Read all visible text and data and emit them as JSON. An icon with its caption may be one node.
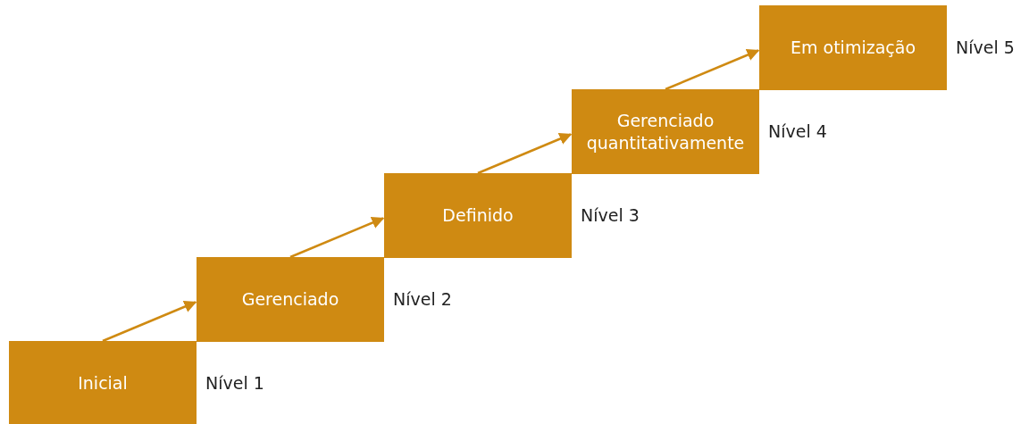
{
  "diagram": {
    "nodes": [
      {
        "text": [
          "Inicial"
        ],
        "beside": [
          "Nível 1"
        ]
      },
      {
        "text": [
          "Gerenciado"
        ],
        "beside": [
          "Nível 2"
        ]
      },
      {
        "text": [
          "Definido"
        ],
        "beside": [
          "Nível 3"
        ]
      },
      {
        "text": [
          "Gerenciado quantitativamente"
        ],
        "beside": [
          "Nível 4"
        ]
      },
      {
        "text": [
          "Em otimização"
        ],
        "beside": [
          "Nível 5"
        ]
      }
    ],
    "edges": [
      {
        "from": 0,
        "to": 1,
        "arrow": "to"
      },
      {
        "from": 1,
        "to": 2,
        "arrow": "to"
      },
      {
        "from": 2,
        "to": 3,
        "arrow": "to"
      },
      {
        "from": 3,
        "to": 4,
        "arrow": "to"
      }
    ]
  }
}
